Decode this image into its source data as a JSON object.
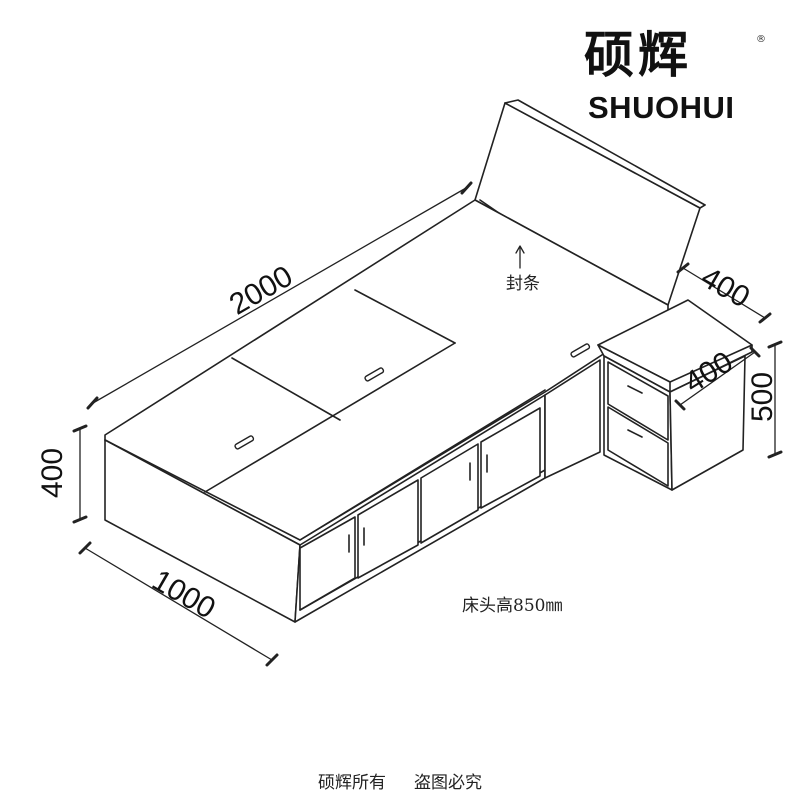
{
  "brand": {
    "name_cn": "硕辉",
    "name_en": "SHUOHUI",
    "registered_mark": "®"
  },
  "dimensions": {
    "bed_length": "2000",
    "bed_width": "1000",
    "bed_height": "400",
    "nightstand_width": "400",
    "nightstand_depth": "400",
    "nightstand_height": "500"
  },
  "annotations": {
    "edge_strip": "封条",
    "headboard_height": "床头高850㎜"
  },
  "footer": {
    "owner": "硕辉所有",
    "warning": "盗图必究"
  },
  "colors": {
    "line": "#222222",
    "background": "#ffffff"
  }
}
